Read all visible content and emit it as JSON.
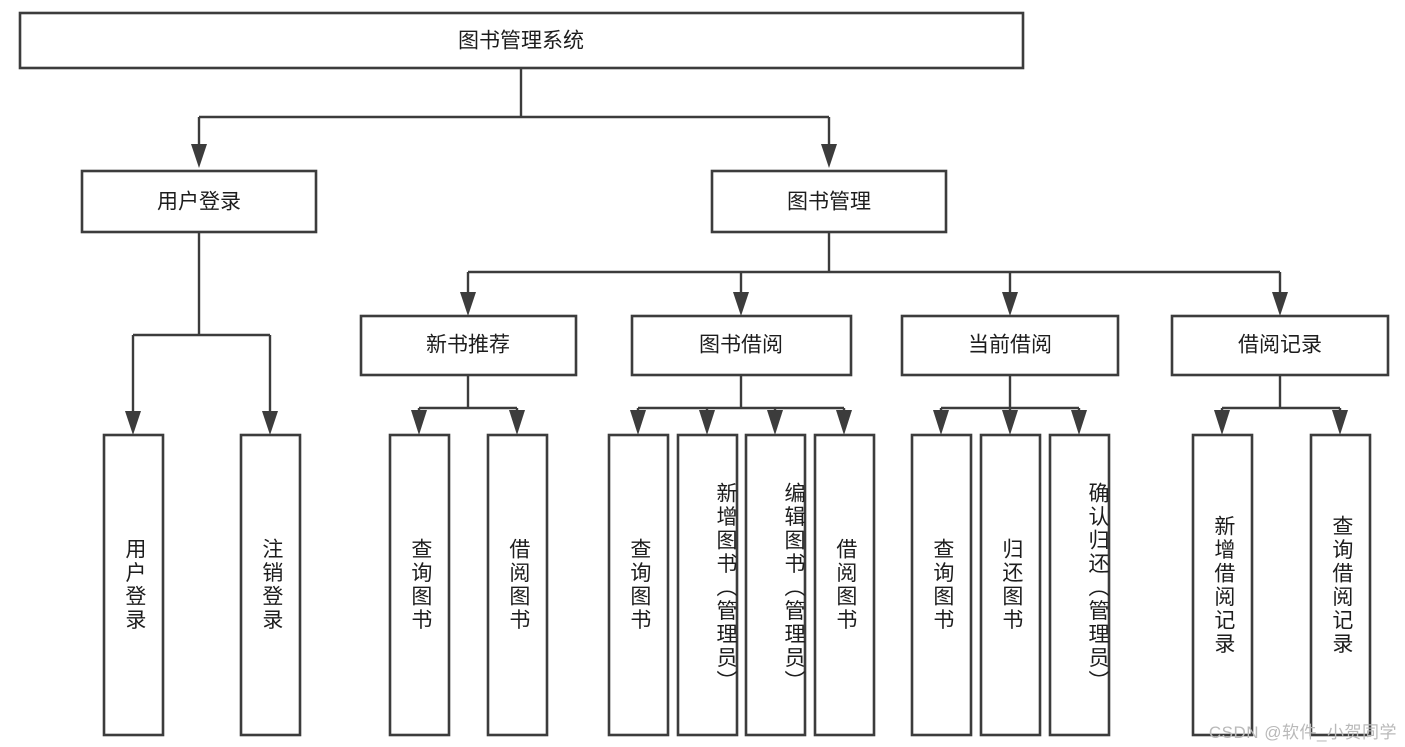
{
  "diagram": {
    "title": "图书管理系统",
    "type": "hierarchy-tree",
    "watermark": "CSDN @软件_小贺同学",
    "colors": {
      "stroke": "#3c3c3c",
      "fill": "#ffffff",
      "text": "#1d1d1d",
      "watermark": "#b9b9b9"
    },
    "root": {
      "label": "图书管理系统"
    },
    "level2": [
      {
        "label": "用户登录"
      },
      {
        "label": "图书管理"
      }
    ],
    "level3": [
      {
        "label": "新书推荐"
      },
      {
        "label": "图书借阅"
      },
      {
        "label": "当前借阅"
      },
      {
        "label": "借阅记录"
      }
    ],
    "leaves": {
      "user_login": [
        {
          "label": "用户登录"
        },
        {
          "label": "注销登录"
        }
      ],
      "new_book": [
        {
          "label": "查询图书"
        },
        {
          "label": "借阅图书"
        }
      ],
      "book_borrow": [
        {
          "label": "查询图书"
        },
        {
          "label": "新增图书（管理员）"
        },
        {
          "label": "编辑图书（管理员）"
        },
        {
          "label": "借阅图书"
        }
      ],
      "current_borrow": [
        {
          "label": "查询图书"
        },
        {
          "label": "归还图书"
        },
        {
          "label": "确认归还（管理员）"
        }
      ],
      "borrow_record": [
        {
          "label": "新增借阅记录"
        },
        {
          "label": "查询借阅记录"
        }
      ]
    }
  }
}
